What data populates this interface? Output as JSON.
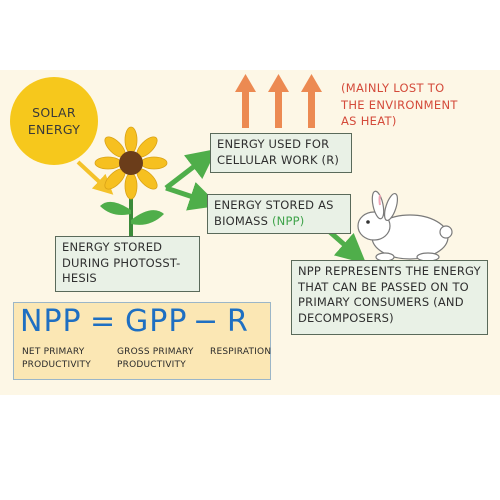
{
  "sun": {
    "label_line1": "SOLAR",
    "label_line2": "ENERGY"
  },
  "boxes": {
    "photosynthesis": {
      "line1": "ENERGY STORED",
      "line2": "DURING PHOTOSST-",
      "line3": "HESIS"
    },
    "cellular_work": {
      "line1": "ENERGY USED FOR",
      "line2": "CELLULAR WORK (R)"
    },
    "biomass": {
      "line1": "ENERGY STORED AS",
      "line2_prefix": "BIOMASS ",
      "line2_npp": "(NPP)"
    },
    "npp_note": {
      "line1": "NPP REPRESENTS THE ENERGY",
      "line2": "THAT CAN BE PASSED ON TO",
      "line3": "PRIMARY CONSUMERS (AND",
      "line4": "DECOMPOSERS)"
    }
  },
  "heat_note": "(MAINLY LOST TO\nTHE ENVIRONMENT\nAS HEAT)",
  "equation": {
    "npp": "NPP",
    "equals": "=",
    "gpp": "GPP",
    "minus": "−",
    "r": "R",
    "npp_label": "NET PRIMARY\nPRODUCTIVITY",
    "gpp_label": "GROSS PRIMARY\nPRODUCTIVITY",
    "r_label": "RESPIRATION"
  },
  "colors": {
    "background": "#fdf7e6",
    "sun": "#f6c81c",
    "box_fill": "#e9f1e6",
    "green_arrow": "#4fae4a",
    "heat_arrow": "#ec8a52",
    "heat_text": "#d44a3a",
    "equation_blue": "#1e6fc2",
    "equation_panel": "#fbe7b4"
  }
}
